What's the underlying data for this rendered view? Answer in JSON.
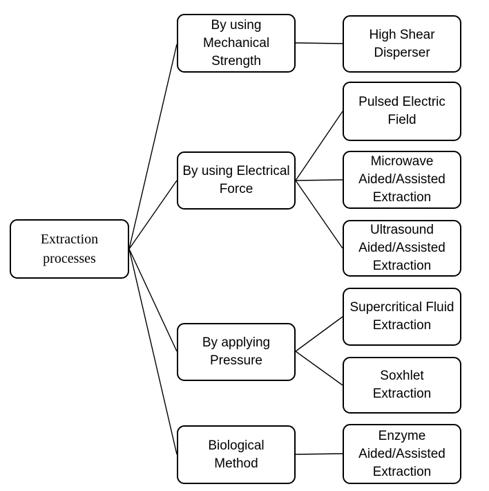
{
  "diagram": {
    "title": "Extraction processes tree diagram",
    "colors": {
      "box_border": "#000000",
      "box_fill": "#ffffff",
      "text": "#000000",
      "line": "#000000"
    },
    "root": {
      "label": "Extraction\nprocesses"
    },
    "branches": [
      {
        "label": "By using\nMechanical\nStrength",
        "children": [
          {
            "label": "High Shear\nDisperser"
          }
        ]
      },
      {
        "label": "By using Electrical\nForce",
        "children": [
          {
            "label": "Pulsed Electric\nField"
          },
          {
            "label": "Microwave\nAided/Assisted\nExtraction"
          },
          {
            "label": "Ultrasound\nAided/Assisted\nExtraction"
          }
        ]
      },
      {
        "label": "By applying\nPressure",
        "children": [
          {
            "label": "Supercritical Fluid\nExtraction"
          },
          {
            "label": "Soxhlet\nExtraction"
          }
        ]
      },
      {
        "label": "Biological\nMethod",
        "children": [
          {
            "label": "Enzyme\nAided/Assisted\nExtraction"
          }
        ]
      }
    ]
  }
}
